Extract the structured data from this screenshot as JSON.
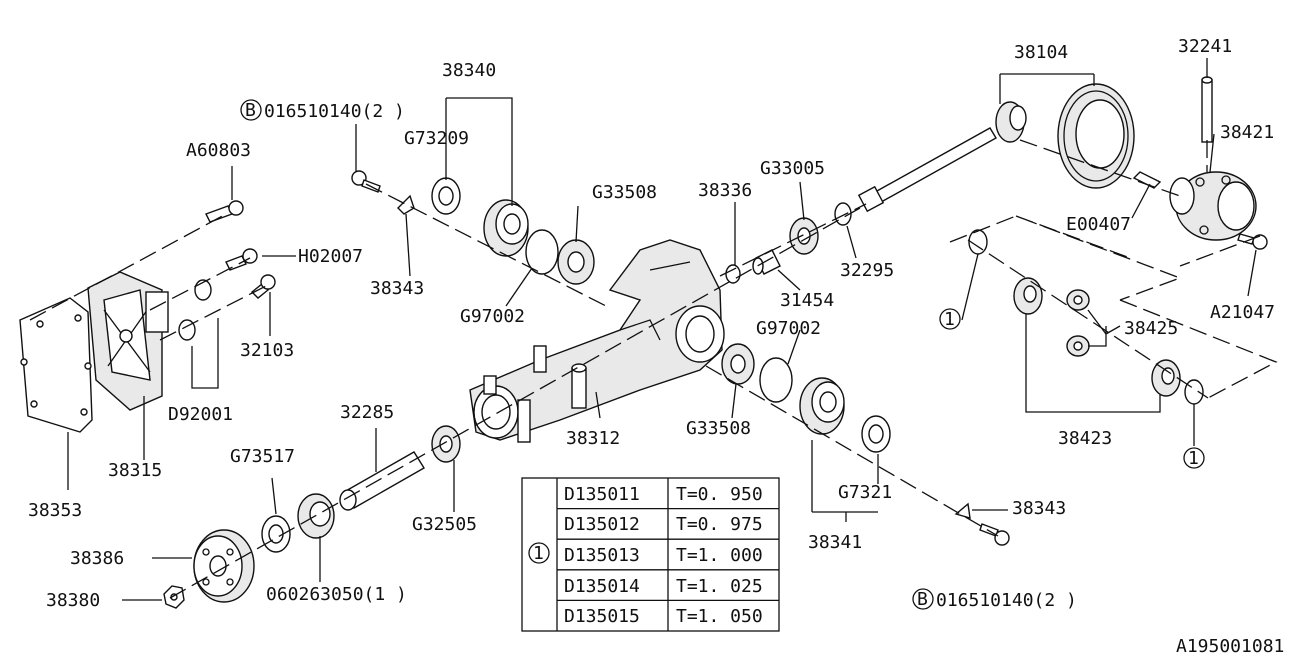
{
  "labels": {
    "p38340": "38340",
    "b_note_top": "016510140(2 )",
    "b_note_bottom": "016510140(2 )",
    "b_marker": "B",
    "p_g73209": "G73209",
    "p_a60803": "A60803",
    "p_g33508_top": "G33508",
    "p_38336": "38336",
    "p_g33005": "G33005",
    "p_38104": "38104",
    "p_32241": "32241",
    "p_38421": "38421",
    "p_e00407": "E00407",
    "p_h02007": "H02007",
    "p_38343_top": "38343",
    "p_32103": "32103",
    "p_g97002_top": "G97002",
    "p_31454": "31454",
    "p_32295": "32295",
    "p_a21047": "A21047",
    "p_38425": "38425",
    "p_d92001": "D92001",
    "p_g97002_right": "G97002",
    "p_38315": "38315",
    "p_38312": "38312",
    "p_32285": "32285",
    "p_g33508_bottom": "G33508",
    "p_38423": "38423",
    "p_38353": "38353",
    "p_g73517": "G73517",
    "p_g32505": "G32505",
    "p_g7321": "G7321",
    "p_38343_bottom": "38343",
    "p_38341": "38341",
    "p_38386": "38386",
    "p_38380": "38380",
    "p_0602": "060263050(1 )",
    "ref_marker": "1",
    "drawing_id": "A195001081"
  },
  "shim_table": {
    "ref": "1",
    "rows": [
      {
        "part": "D135011",
        "thickness": "T=0. 950"
      },
      {
        "part": "D135012",
        "thickness": "T=0. 975"
      },
      {
        "part": "D135013",
        "thickness": "T=1. 000"
      },
      {
        "part": "D135014",
        "thickness": "T=1. 025"
      },
      {
        "part": "D135015",
        "thickness": "T=1. 050"
      }
    ]
  }
}
